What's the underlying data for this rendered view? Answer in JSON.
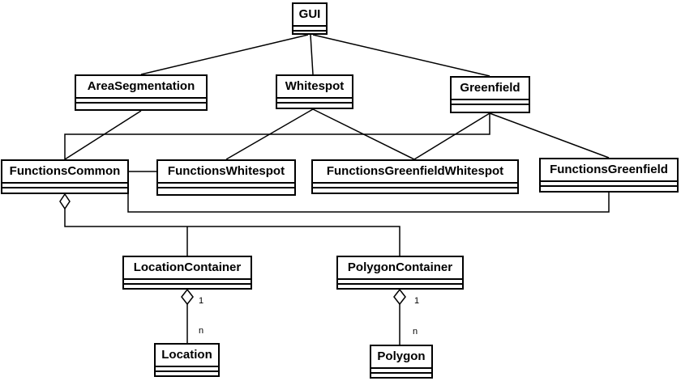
{
  "classes": {
    "gui": "GUI",
    "area_segmentation": "AreaSegmentation",
    "whitespot": "Whitespot",
    "greenfield": "Greenfield",
    "functions_common": "FunctionsCommon",
    "functions_whitespot": "FunctionsWhitespot",
    "functions_greenfield_whitespot": "FunctionsGreenfieldWhitespot",
    "functions_greenfield": "FunctionsGreenfield",
    "location_container": "LocationContainer",
    "polygon_container": "PolygonContainer",
    "location": "Location",
    "polygon": "Polygon"
  },
  "multiplicities": {
    "location_container_one": "1",
    "location_many": "n",
    "polygon_container_one": "1",
    "polygon_many": "n"
  }
}
